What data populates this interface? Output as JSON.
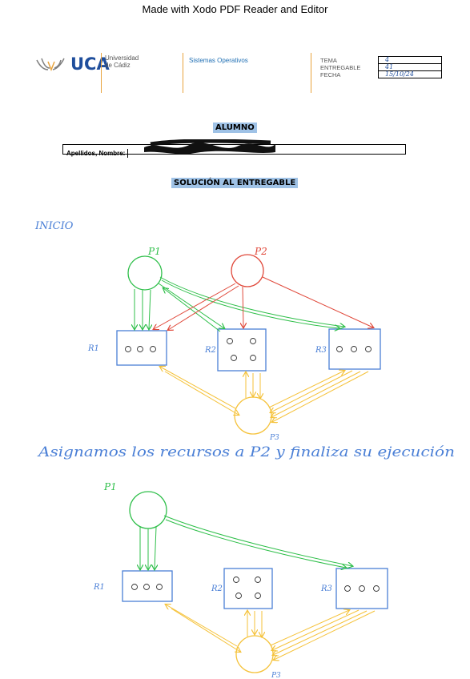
{
  "watermark": "Made with Xodo PDF Reader and Editor",
  "header": {
    "logo_text": "UCA",
    "university_line1": "Universidad",
    "university_line2": "de Cádiz",
    "course": "Sistemas Operativos",
    "meta_labels": [
      "TEMA",
      "ENTREGABLE",
      "FECHA"
    ],
    "meta_values": [
      "4",
      "41",
      "15/10/24"
    ]
  },
  "student": {
    "heading": "ALUMNO",
    "name_label": "Apellidos, Nombre:"
  },
  "solution_heading": "SOLUCIÓN AL ENTREGABLE",
  "notes": {
    "inicio": "INICIO",
    "sentence": "Asignamos los recursos a P2 y finaliza su ejecución"
  },
  "diagram1": {
    "processes": [
      "P1",
      "P2",
      "P3"
    ],
    "resources": [
      "R1",
      "R2",
      "R3"
    ]
  },
  "diagram2": {
    "processes": [
      "P1",
      "P3"
    ],
    "resources": [
      "R1",
      "R2",
      "R3"
    ]
  },
  "colors": {
    "green": "#2fbf4a",
    "red": "#e0483a",
    "yellow": "#f5c23a",
    "blue": "#4a7fd6",
    "heading_bg": "#9fc2e6"
  }
}
